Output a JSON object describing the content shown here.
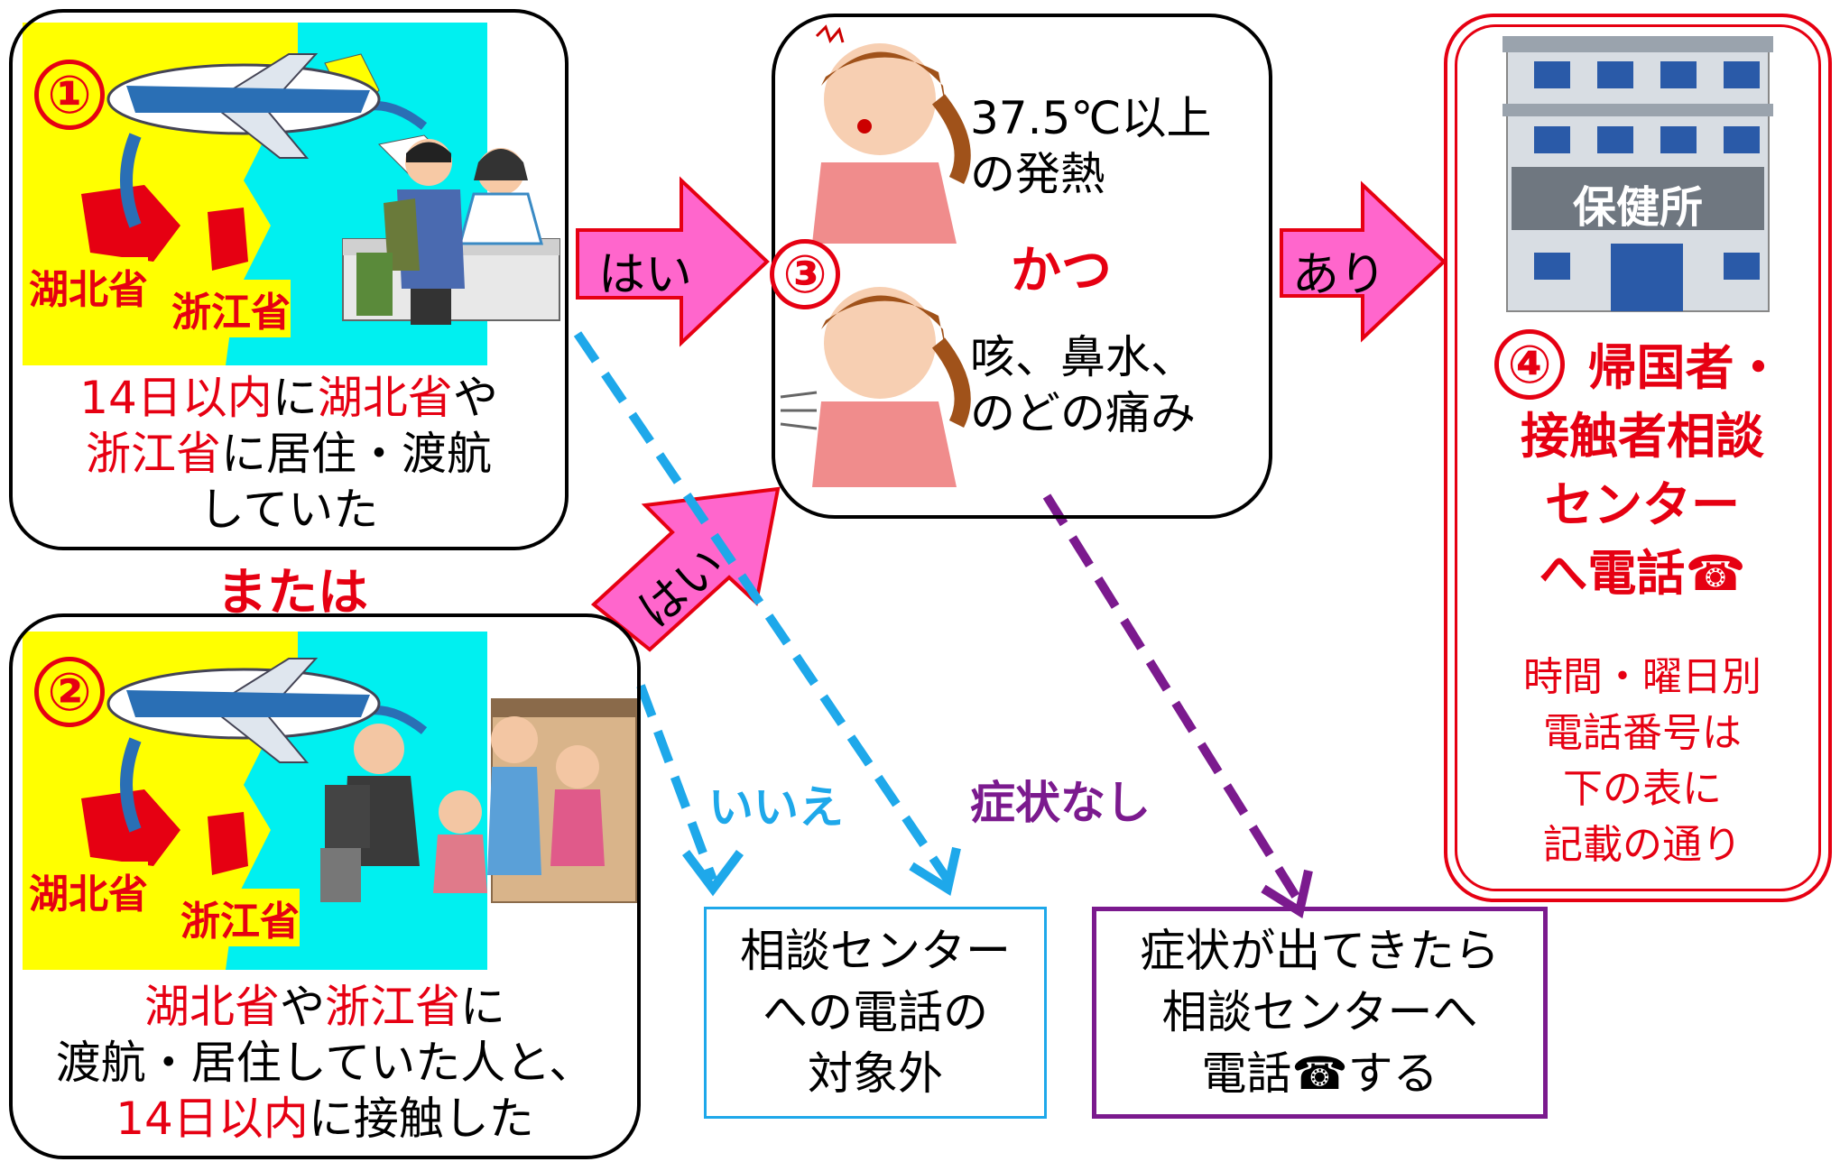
{
  "box1": {
    "number": "①",
    "label_hubei": "湖北省",
    "label_zhejiang": "浙江省",
    "line1": [
      "14日以内",
      "に",
      "湖北省",
      "や"
    ],
    "line2": [
      "浙江省",
      "に居住・渡航"
    ],
    "line3": "していた"
  },
  "or_label": "または",
  "box2": {
    "number": "②",
    "label_hubei": "湖北省",
    "label_zhejiang": "浙江省",
    "line1": [
      "湖北省",
      "や",
      "浙江省",
      "に"
    ],
    "line2": "渡航・居住していた人と、",
    "line3": [
      "14日以内",
      "に接触した"
    ]
  },
  "box3": {
    "number": "③",
    "fever_line1": "37.5℃以上",
    "fever_line2": "の発熱",
    "and_label": "かつ",
    "symptom_line1": "咳、鼻水、",
    "symptom_line2": "のどの痛み"
  },
  "box4": {
    "number": "④",
    "building_sign": "保健所",
    "title_line1": "帰国者・",
    "title_line2": "接触者相談",
    "title_line3": "センター",
    "title_line4": "へ電話☎",
    "note_line1": "時間・曜日別",
    "note_line2": "電話番号は",
    "note_line3": "下の表に",
    "note_line4": "記載の通り"
  },
  "arrows": {
    "yes_top": "はい",
    "yes_bottom": "はい",
    "present": "あり",
    "no": "いいえ",
    "no_symptoms": "症状なし"
  },
  "result_excluded": {
    "line1": "相談センター",
    "line2": "への電話の",
    "line3": "対象外"
  },
  "result_wait": {
    "line1": "症状が出てきたら",
    "line2": "相談センターへ",
    "line3": "電話☎する"
  },
  "colors": {
    "accent_red": "#e60012",
    "arrow_pink": "#ff66cc",
    "dashed_blue": "#1ea8ea",
    "dashed_purple": "#7b1a8e",
    "map_yellow": "#ffff00",
    "sea_cyan": "#00f0f0"
  }
}
